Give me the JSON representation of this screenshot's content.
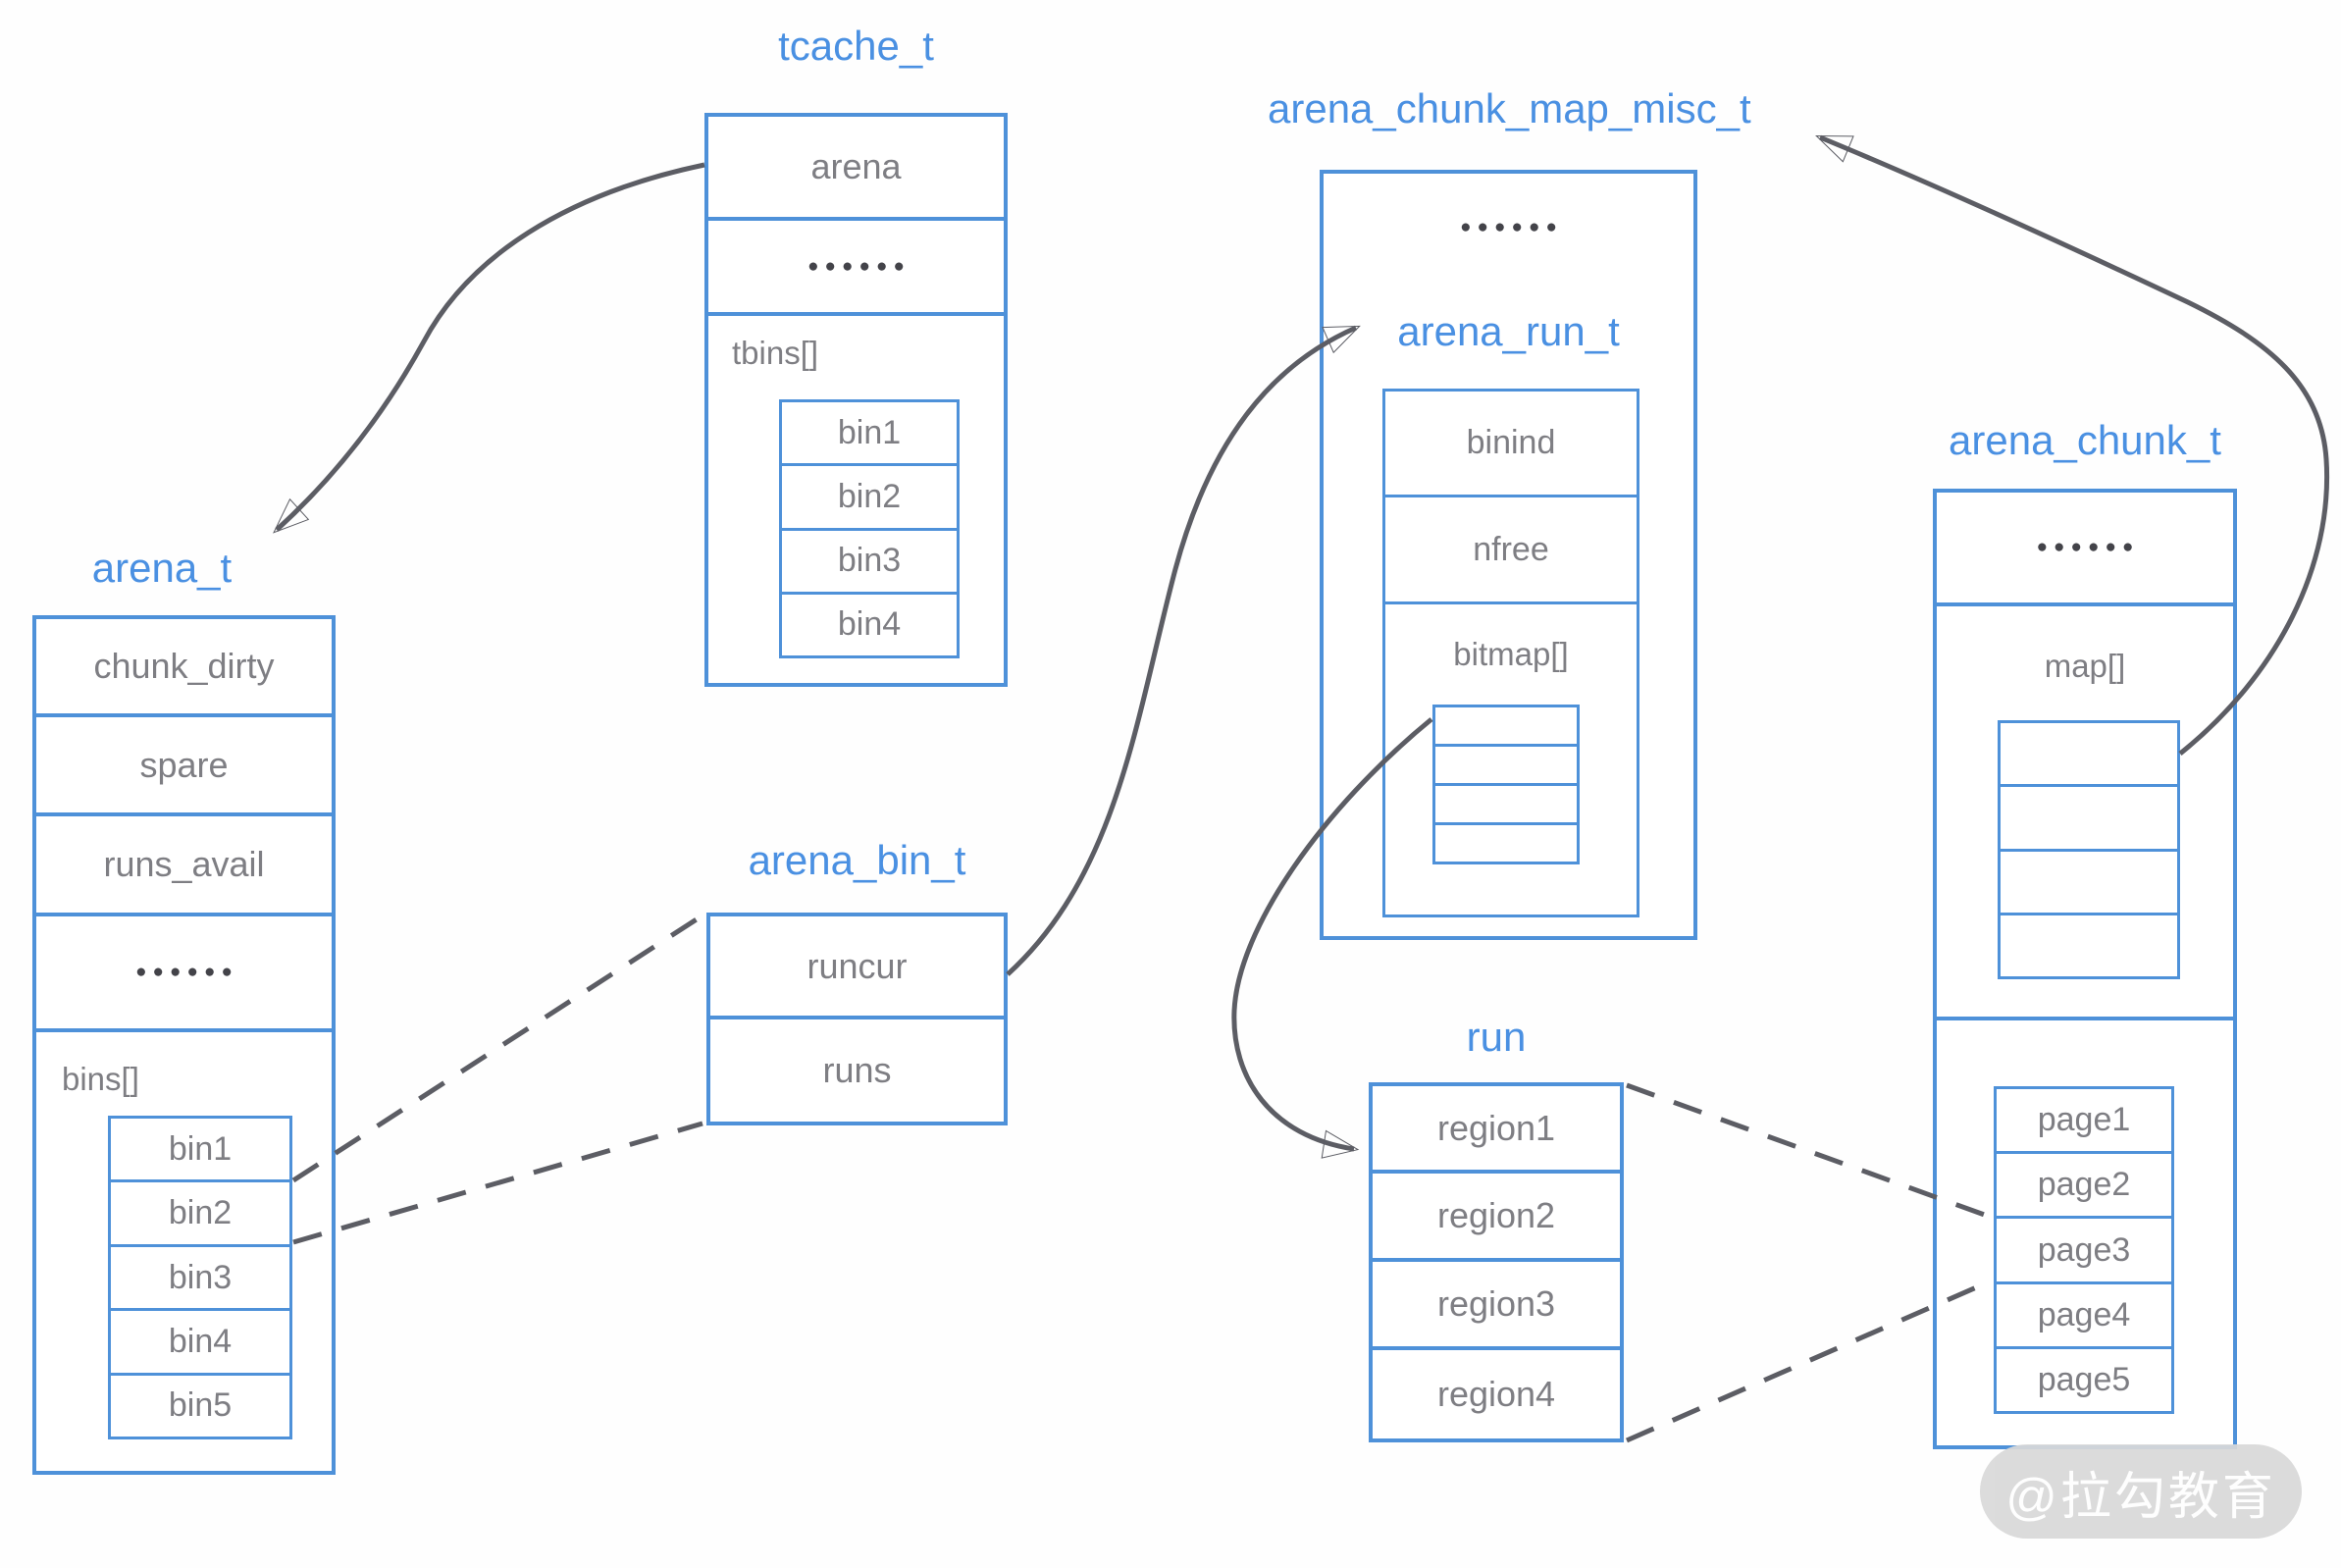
{
  "colors": {
    "box_border": "#4e91d9",
    "title_text": "#4a90e2",
    "field_text": "#7e7e83",
    "connector": "#5c5d64",
    "watermark_bg": "#d9d9d9",
    "watermark_text": "#ffffff"
  },
  "structs": {
    "tcache": {
      "title": "tcache_t",
      "field_arena": "arena",
      "dots": "●●●●●●",
      "array_label": "tbins[]",
      "bins": [
        "bin1",
        "bin2",
        "bin3",
        "bin4"
      ]
    },
    "arena": {
      "title": "arena_t",
      "fields": [
        "chunk_dirty",
        "spare",
        "runs_avail"
      ],
      "dots": "●●●●●●",
      "array_label": "bins[]",
      "bins": [
        "bin1",
        "bin2",
        "bin3",
        "bin4",
        "bin5"
      ]
    },
    "arena_bin": {
      "title": "arena_bin_t",
      "fields": [
        "runcur",
        "runs"
      ]
    },
    "chunk_map_misc": {
      "title": "arena_chunk_map_misc_t",
      "dots": "●●●●●●",
      "run_struct": {
        "title": "arena_run_t",
        "fields": [
          "binind",
          "nfree"
        ],
        "array_label": "bitmap[]"
      }
    },
    "run": {
      "title": "run",
      "regions": [
        "region1",
        "region2",
        "region3",
        "region4"
      ]
    },
    "arena_chunk": {
      "title": "arena_chunk_t",
      "dots": "●●●●●●",
      "array_label": "map[]",
      "pages": [
        "page1",
        "page2",
        "page3",
        "page4",
        "page5"
      ]
    }
  },
  "watermark": {
    "text": "@拉勾教育"
  }
}
